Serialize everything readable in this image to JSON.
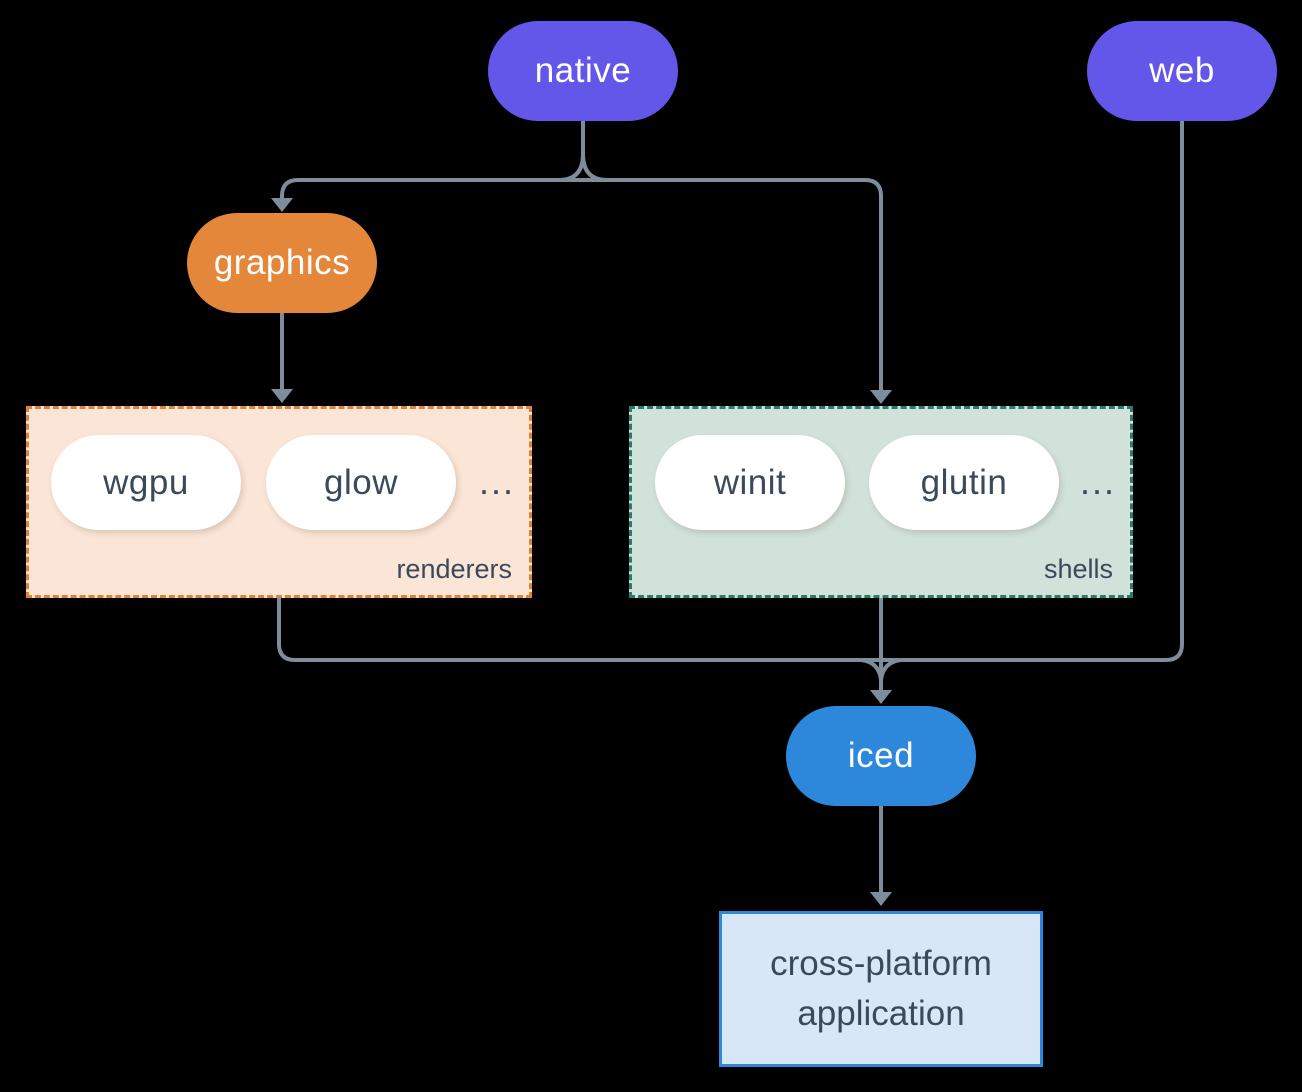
{
  "diagram": {
    "background_color": "#000000",
    "connector_color": "#7e8d9c",
    "nodes": {
      "native": {
        "label": "native",
        "color": "#6257e9",
        "text_color": "#ffffff"
      },
      "web": {
        "label": "web",
        "color": "#6257e9",
        "text_color": "#ffffff"
      },
      "graphics": {
        "label": "graphics",
        "color": "#e5873b",
        "text_color": "#ffffff"
      },
      "iced": {
        "label": "iced",
        "color": "#2d88dc",
        "text_color": "#ffffff"
      },
      "application": {
        "label_line1": "cross-platform",
        "label_line2": "application",
        "bg_color": "#d7e7f5",
        "border_color": "#2d88dc",
        "text_color": "#3a4a5a"
      }
    },
    "groups": {
      "renderers": {
        "label": "renderers",
        "items": [
          "wgpu",
          "glow"
        ],
        "ellipsis": "...",
        "bg_color": "#fae5d6",
        "border_color": "#e0813a",
        "item_text_color": "#3a4a5a"
      },
      "shells": {
        "label": "shells",
        "items": [
          "winit",
          "glutin"
        ],
        "ellipsis": "...",
        "bg_color": "#d1e2db",
        "border_color": "#2b7a6b",
        "item_text_color": "#3a4a5a"
      }
    },
    "edges": [
      "native -> graphics",
      "native -> shells",
      "graphics -> renderers",
      "renderers -> iced",
      "shells -> iced",
      "web -> iced",
      "iced -> cross-platform application"
    ]
  }
}
